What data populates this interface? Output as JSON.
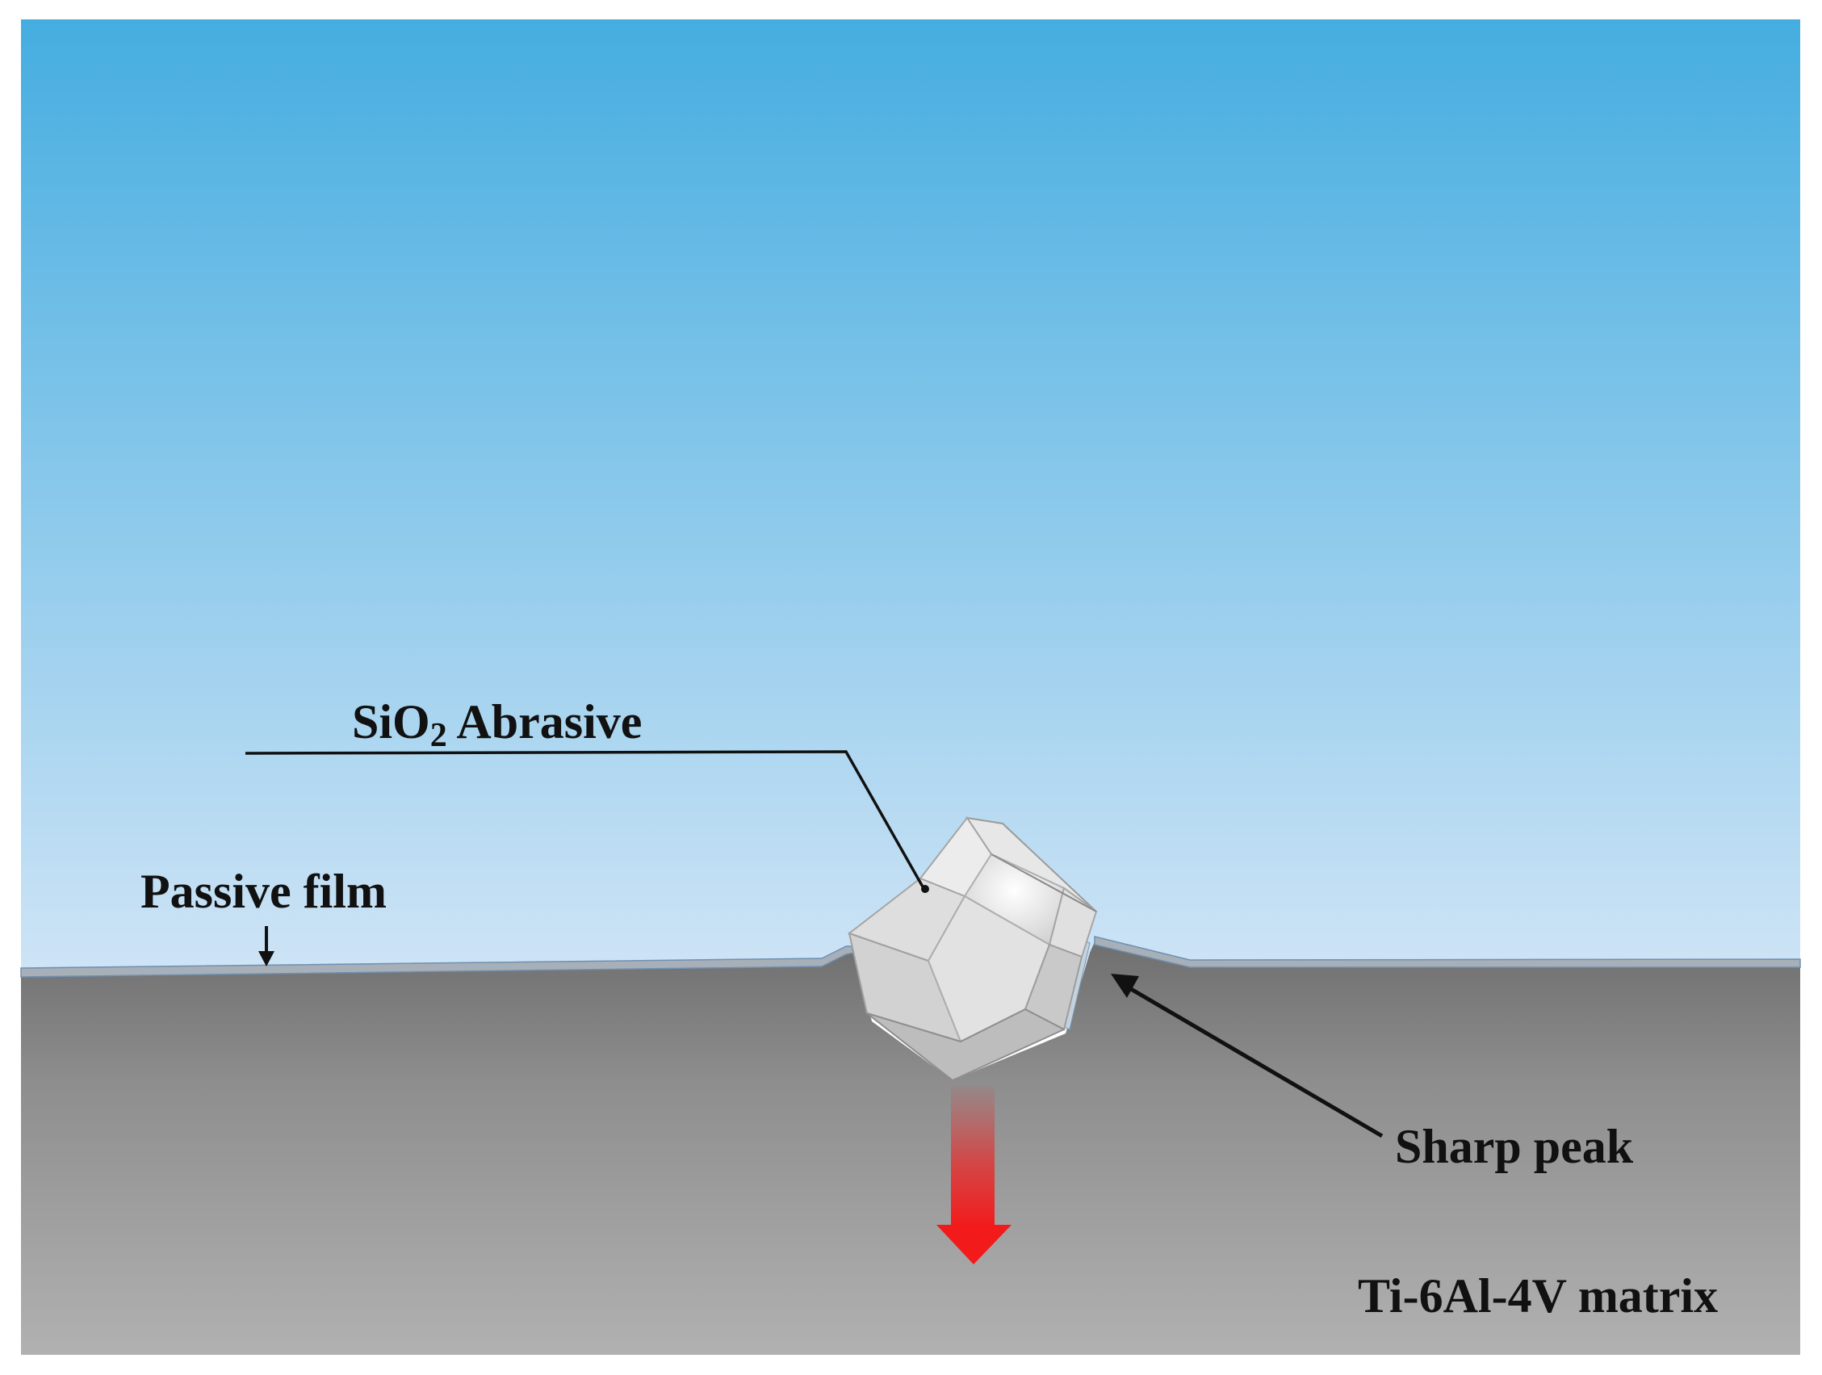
{
  "labels": {
    "abrasive_prefix": "SiO",
    "abrasive_subscript": "2",
    "abrasive_suffix": " Abrasive",
    "passive_film": "Passive film",
    "sharp_peak": "Sharp peak",
    "matrix": "Ti-6Al-4V matrix"
  },
  "colors": {
    "sky_top": "#45ade0",
    "sky_bottom": "#cfe4f6",
    "matrix_top": "#6e6e6e",
    "matrix_bottom": "#b1b1b1",
    "passive_film": "#a7b0b8",
    "abrasive_face_light": "#f3f3f3",
    "abrasive_face_mid": "#d9d9d9",
    "abrasive_face_dark": "#b9b9b9",
    "force_arrow": "#f21a1a",
    "leader_line": "#111111"
  },
  "icons": {
    "force_arrow": "red-down-arrow",
    "passive_film_pointer": "black-down-arrow",
    "sharp_peak_pointer": "black-arrow"
  }
}
